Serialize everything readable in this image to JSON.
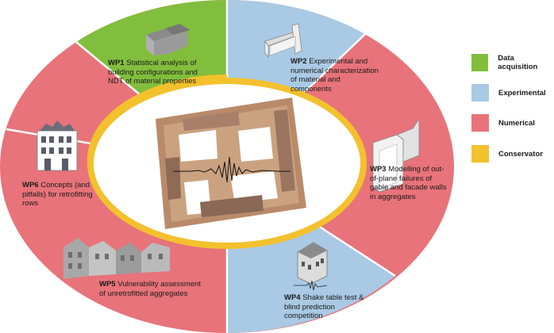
{
  "work_packages": [
    {
      "id": "WP1",
      "text": "Statistical analysis of building configurations and NDT of material properties",
      "category": "Data acquisition"
    },
    {
      "id": "WP2",
      "text": "Experimental and numerical characterization of material and components",
      "category": "Experimental"
    },
    {
      "id": "WP3",
      "text": "Modelling of out-of-plane failures of gable and facade walls in aggregates",
      "category": "Numerical"
    },
    {
      "id": "WP4",
      "text": "Shake table test & blind prediction competition",
      "category": "Experimental"
    },
    {
      "id": "WP5",
      "text": "Vulnerability assessment of unretrofitted aggregates",
      "category": "Numerical"
    },
    {
      "id": "WP6",
      "text": "Concepts (and pitfalls) for retrofitting rows",
      "category": "Numerical"
    }
  ],
  "legend": [
    {
      "label": "Data acquisition",
      "color": "#82be3d"
    },
    {
      "label": "Experimental",
      "color": "#a9c9e4"
    },
    {
      "label": "Numerical",
      "color": "#e8737a"
    },
    {
      "label": "Conservator",
      "color": "#f3c12e"
    }
  ],
  "colors": {
    "data_acquisition": "#82be3d",
    "experimental": "#a9c9e4",
    "numerical": "#e8737a",
    "conservator": "#f3c12e",
    "divider": "#ffffff"
  },
  "icons": {
    "center": "aerial-city-map-with-seismogram",
    "wp1": "house-3d-icon",
    "wp2": "wall-specimen-icon",
    "wp3": "corner-wall-icon",
    "wp4": "building-on-shake-table-icon",
    "wp5": "row-of-buildings-icon",
    "wp6": "facade-icon"
  }
}
